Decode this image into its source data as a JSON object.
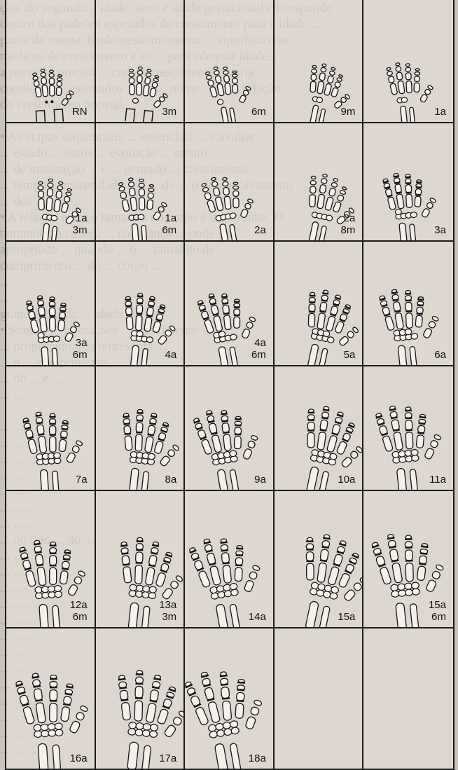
{
  "background_text": [
    "ção, do segundo... idade, sexo e idade gestacional corresponde",
    "dentro dos padrões esperados de crescimento para a idade ...",
    "partir de mente, tendo neste momento ... significativas",
    "médicas de crescimento e as ... para adequar idade...",
    "a previsão precisa ... cada... crescimento... varia",
    "condições ... estimados ... um... nome ... com relação",
    "do crescimento normal.",
    "",
    "• As etapas sequenciais ... essenciais ... e avaliar",
    "... estado ... ossos ... evolução ... mento ...",
    "... de maturação ... e ... gerando ... crescimento",
    "... tempo ... maturidade ... e ... de ... o desenvolvimento",
    "... dos ... osso ...",
    "• A relação entre o tamanho do corpo é importante. O",
    "tamanho da cabeça ... da criança ... pode ser",
    "apropriado ... quando ... o ... tamanho de",
    "comprimento ... do ... corpo ...",
    "... ... ...",
    "... ... ...",
    "grande ... cada ... idade.",
    "• Similar ... interações ... crescimento ...",
    "... proporcional ... representa ...",
    "... o ... comprimento ...",
    "... do ... e ...",
    "... ...",
    "",
    "... ...",
    "... ... ...",
    "... ... ...",
    "... ... ...",
    "... ... ...",
    "... ... ...",
    "... ... ...",
    "... do tipo ... do ...",
    "... ... ...",
    "... ... ...",
    "... ... ...",
    "... ... ...",
    "... ... ...",
    "... ... ...",
    "... ... ...",
    "... ... ...",
    "... ... ...",
    "... ... ...",
    "... ... ...",
    "... ... ...",
    "... ... ..."
  ],
  "cells": [
    {
      "labels": [
        "RN"
      ],
      "stage": 0,
      "variant": 0
    },
    {
      "labels": [
        "3m"
      ],
      "stage": 1,
      "variant": 1
    },
    {
      "labels": [
        "6m"
      ],
      "stage": 2,
      "variant": 2
    },
    {
      "labels": [
        "9m"
      ],
      "stage": 3,
      "variant": 3
    },
    {
      "labels": [
        "1a"
      ],
      "stage": 4,
      "variant": 4
    },
    {
      "labels": [
        "1a",
        "3m"
      ],
      "stage": 5,
      "variant": 1
    },
    {
      "labels": [
        "1a",
        "6m"
      ],
      "stage": 6,
      "variant": 0
    },
    {
      "labels": [
        "2a"
      ],
      "stage": 7,
      "variant": 2
    },
    {
      "labels": [
        "2a",
        "8m"
      ],
      "stage": 8,
      "variant": 3
    },
    {
      "labels": [
        "3a"
      ],
      "stage": 9,
      "variant": 4
    },
    {
      "labels": [
        "3a",
        "6m"
      ],
      "stage": 10,
      "variant": 0
    },
    {
      "labels": [
        "4a"
      ],
      "stage": 11,
      "variant": 1
    },
    {
      "labels": [
        "4a",
        "6m"
      ],
      "stage": 12,
      "variant": 2
    },
    {
      "labels": [
        "5a"
      ],
      "stage": 13,
      "variant": 3
    },
    {
      "labels": [
        "6a"
      ],
      "stage": 14,
      "variant": 4
    },
    {
      "labels": [
        "7a"
      ],
      "stage": 15,
      "variant": 0
    },
    {
      "labels": [
        "8a"
      ],
      "stage": 16,
      "variant": 1
    },
    {
      "labels": [
        "9a"
      ],
      "stage": 17,
      "variant": 2
    },
    {
      "labels": [
        "10a"
      ],
      "stage": 18,
      "variant": 3
    },
    {
      "labels": [
        "11a"
      ],
      "stage": 19,
      "variant": 4
    },
    {
      "labels": [
        "12a",
        "6m"
      ],
      "stage": 20,
      "variant": 0
    },
    {
      "labels": [
        "13a",
        "3m"
      ],
      "stage": 21,
      "variant": 1
    },
    {
      "labels": [
        "14a"
      ],
      "stage": 22,
      "variant": 2
    },
    {
      "labels": [
        "15a"
      ],
      "stage": 23,
      "variant": 3
    },
    {
      "labels": [
        "15a",
        "6m"
      ],
      "stage": 24,
      "variant": 4
    },
    {
      "labels": [
        "16a"
      ],
      "stage": 25,
      "variant": 0
    },
    {
      "labels": [
        "17a"
      ],
      "stage": 26,
      "variant": 1
    },
    {
      "labels": [
        "18a"
      ],
      "stage": 27,
      "variant": 2
    },
    {
      "labels": [],
      "stage": -1,
      "variant": 3
    },
    {
      "labels": [],
      "stage": -1,
      "variant": 4
    }
  ],
  "colors": {
    "ink": "#141414",
    "bone_fill": "#f4f1ec",
    "cell_bg": "#ece8e2",
    "page_bg": "#c9c3bb"
  }
}
